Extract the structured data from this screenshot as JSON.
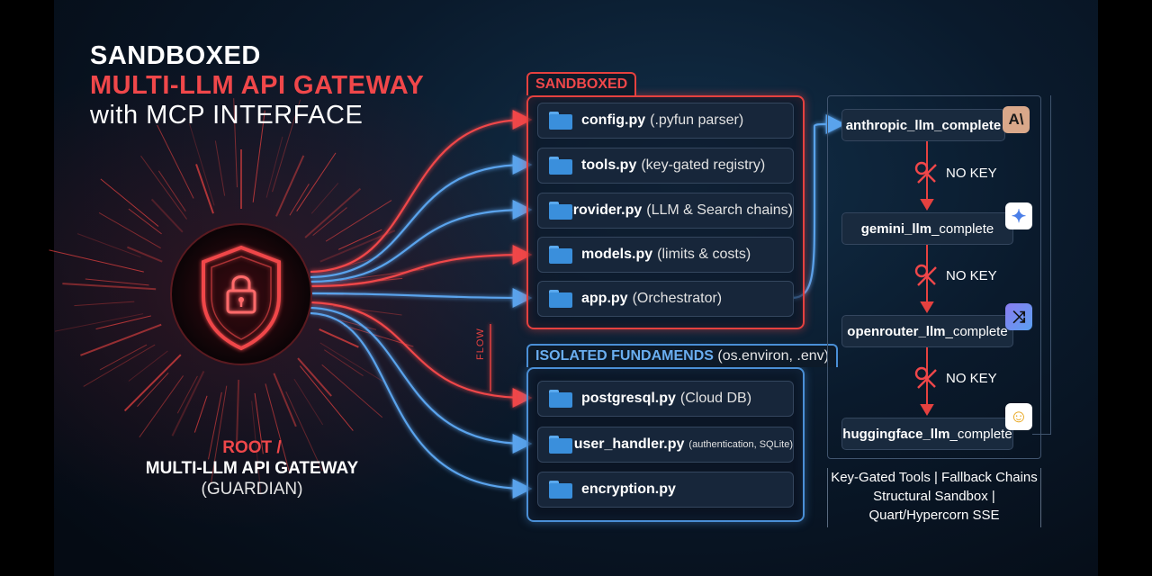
{
  "title": {
    "line1": "SANDBOXED",
    "line2": "MULTI-LLM API GATEWAY",
    "line3": "with MCP INTERFACE"
  },
  "root": {
    "line1": "ROOT /",
    "line2": "MULTI-LLM API GATEWAY",
    "line3": "(GUARDIAN)"
  },
  "sandboxed": {
    "label": "SANDBOXED",
    "files": [
      {
        "name": "config.py",
        "desc": "(.pyfun parser)"
      },
      {
        "name": "tools.py",
        "desc": "(key-gated registry)"
      },
      {
        "name": "provider.py",
        "desc": "(LLM & Search chains)"
      },
      {
        "name": "models.py",
        "desc": "(limits & costs)"
      },
      {
        "name": "app.py",
        "desc": "(Orchestrator)"
      }
    ]
  },
  "isolated": {
    "label": "ISOLATED FUNDAMENDS",
    "label_sub": "(os.environ, .env)",
    "files": [
      {
        "name": "postgresql.py",
        "desc": "(Cloud DB)"
      },
      {
        "name": "user_handler.py",
        "desc": "(authentication, SQLite)"
      },
      {
        "name": "encryption.py",
        "desc": ""
      }
    ]
  },
  "flow_label": "FLOW",
  "chain": {
    "items": [
      {
        "bold": "anthropic_llm_complete",
        "rest": "",
        "icon": "anthropic-icon",
        "glyph": "A\\"
      },
      {
        "bold": "gemini_llm",
        "rest": "_complete",
        "icon": "gemini-icon",
        "glyph": "✦"
      },
      {
        "bold": "openrouter_llm",
        "rest": "_complete",
        "icon": "openrouter-icon",
        "glyph": "⤨"
      },
      {
        "bold": "huggingface_llm",
        "rest": "_complete",
        "icon": "huggingface-icon",
        "glyph": "☺"
      }
    ],
    "nokey": [
      "NO KEY",
      "NO KEY",
      "NO KEY"
    ]
  },
  "notes": {
    "line1": "Key-Gated Tools | Fallback Chains",
    "line2": "Structural Sandbox |",
    "line3": "Quart/Hypercorn SSE"
  },
  "colors": {
    "accent_red": "#e5413f",
    "accent_blue": "#4a8fd6",
    "background": "#0a1a2c"
  }
}
